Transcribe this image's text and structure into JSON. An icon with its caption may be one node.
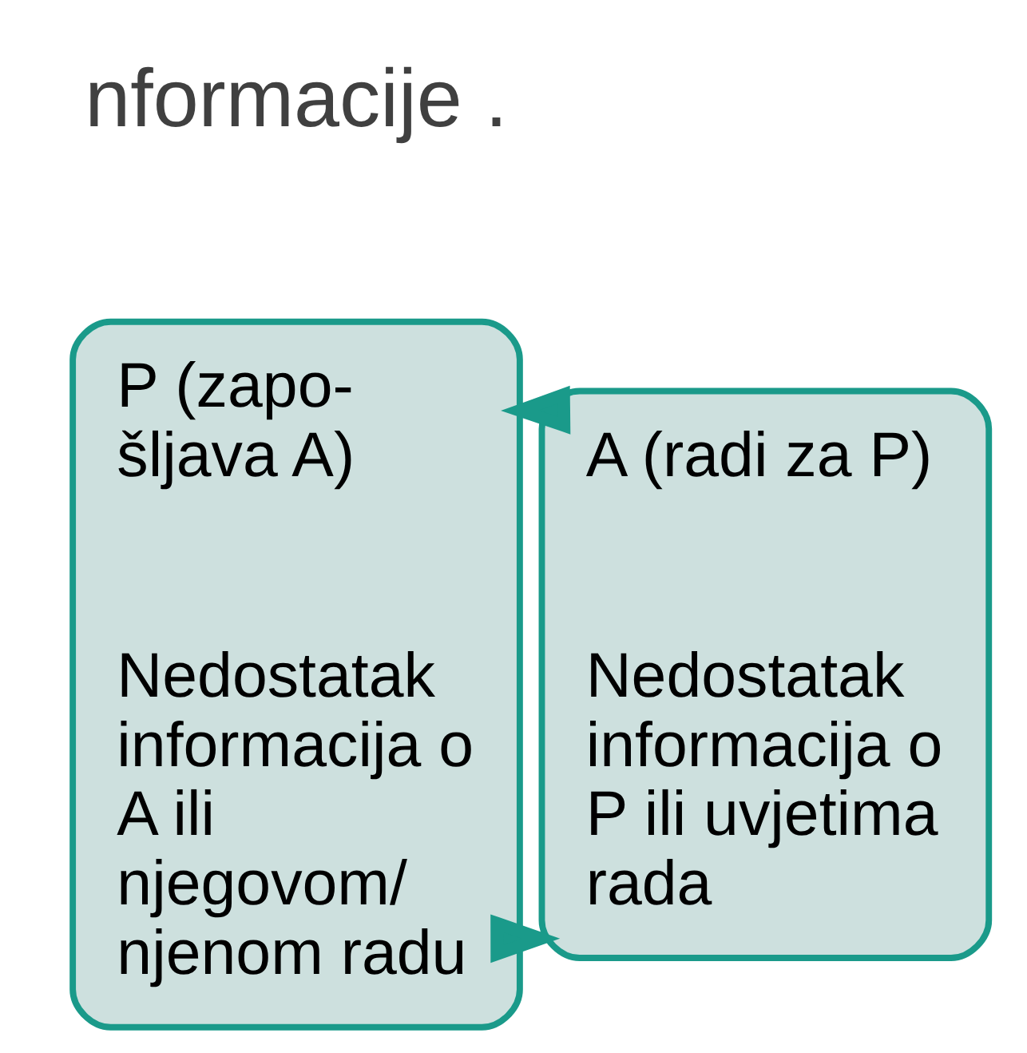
{
  "diagram": {
    "nodes": [
      {
        "text": [
          "P (zapo- šljava A)",
          "Nedostatak informacija o A ili njegovom/ njenom radu"
        ]
      },
      {
        "text": [
          "A (radi za P)",
          "Nedostatak informacija o P ili uvjetima rada"
        ]
      }
    ],
    "edges": [
      {
        "from": 0,
        "to": 1,
        "arrow": "to"
      },
      {
        "from": 1,
        "to": 0,
        "arrow": "to"
      }
    ],
    "labels": [
      "nformacije ."
    ]
  }
}
